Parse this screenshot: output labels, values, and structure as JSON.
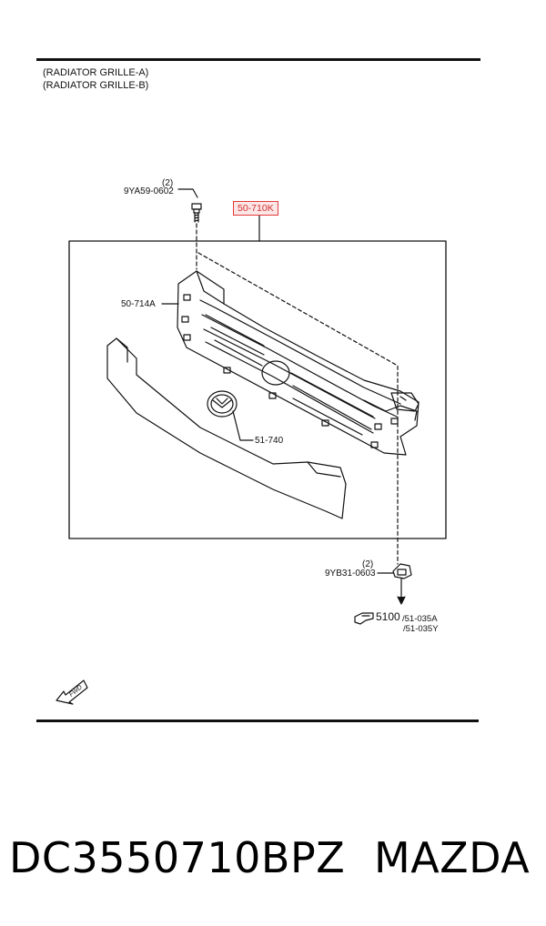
{
  "header": {
    "line_a": "(RADIATOR GRILLE-A)",
    "line_b": "(RADIATOR GRILLE-B)"
  },
  "callouts": {
    "bolt_qty": "(2)",
    "bolt_part": "9YA59-0602",
    "highlighted_part": "50-710K",
    "grille_part": "50-714A",
    "emblem_part": "51-740",
    "clip_qty": "(2)",
    "clip_part": "9YB31-0603",
    "ref_main": "5100",
    "ref_a": "/51-035A",
    "ref_b": "/51-035Y"
  },
  "fwd_label": "FWD",
  "footer": {
    "part_number": "DC3550710BPZ",
    "brand": "MAZDA"
  },
  "colors": {
    "highlight_border": "#e23a3a",
    "highlight_fill": "#fde6e6",
    "line": "#111111"
  }
}
